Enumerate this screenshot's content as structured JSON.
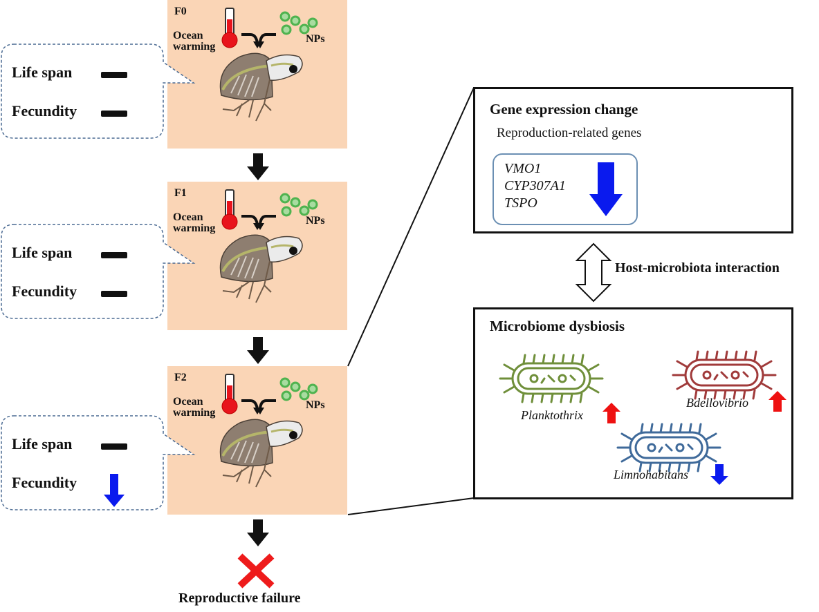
{
  "generations": [
    {
      "label": "F0",
      "stressor_left": "Ocean warming",
      "stressor_right": "NPs",
      "traits": [
        {
          "name": "Life span",
          "change": "no change"
        },
        {
          "name": "Fecundity",
          "change": "no change"
        }
      ]
    },
    {
      "label": "F1",
      "stressor_left": "Ocean warming",
      "stressor_right": "NPs",
      "traits": [
        {
          "name": "Life span",
          "change": "no change"
        },
        {
          "name": "Fecundity",
          "change": "no change"
        }
      ]
    },
    {
      "label": "F2",
      "stressor_left": "Ocean warming",
      "stressor_right": "NPs",
      "traits": [
        {
          "name": "Life span",
          "change": "no change"
        },
        {
          "name": "Fecundity",
          "change": "decrease"
        }
      ]
    }
  ],
  "outcome": {
    "label": "Reproductive failure",
    "icon": "red-x-icon"
  },
  "gene_panel": {
    "title": "Gene expression change",
    "subtitle": "Reproduction-related genes",
    "genes": [
      "VMO1",
      "CYP307A1",
      "TSPO"
    ],
    "change": "decrease"
  },
  "interaction": {
    "label": "Host-microbiota interaction",
    "icon": "double-headed-arrow-icon"
  },
  "microbiome_panel": {
    "title": "Microbiome dysbiosis",
    "taxa": [
      {
        "name": "Planktothrix",
        "change": "increase",
        "color": "#6f8f3a"
      },
      {
        "name": "Bdellovibrio",
        "change": "increase",
        "color": "#a03a3a"
      },
      {
        "name": "Limnohabitans",
        "change": "decrease",
        "color": "#3f6a9a"
      }
    ]
  },
  "colors": {
    "panel_bg": "#fad5b6",
    "increase": "#ee1111",
    "decrease": "#0a1aee",
    "thermometer": "#e8141c",
    "nanoparticle": "#4fb34f",
    "callout_border": "#4a6a92"
  }
}
